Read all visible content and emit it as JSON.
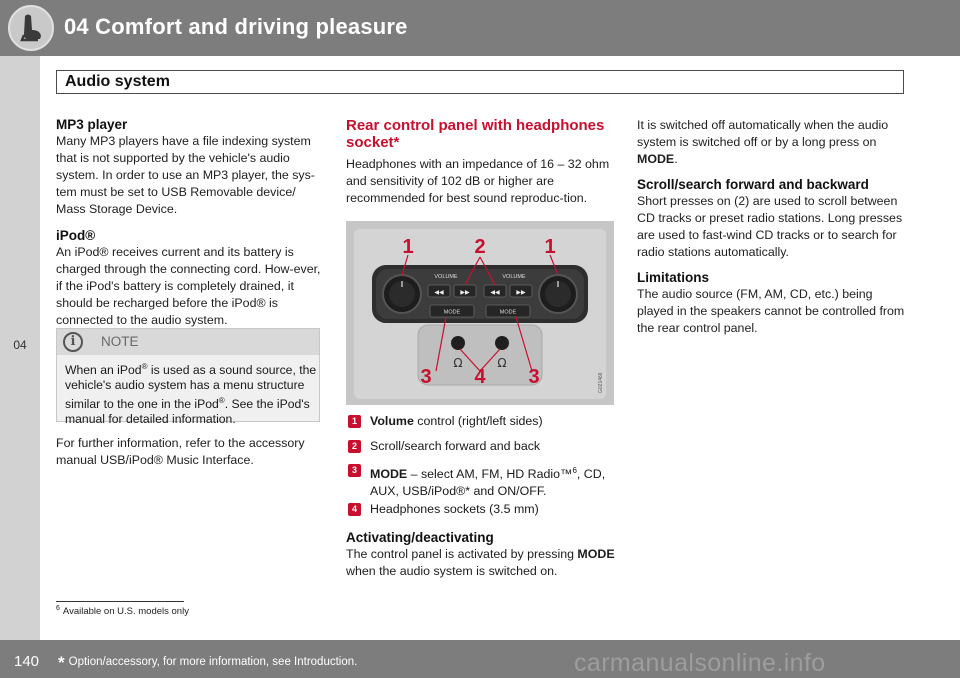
{
  "header": {
    "chapter_title": "04 Comfort and driving pleasure",
    "section_title": "Audio system",
    "icon": "seat-icon"
  },
  "side_tab": {
    "chapter_number": "04"
  },
  "left_column": {
    "mp3": {
      "heading": "MP3 player",
      "body": "Many MP3 players have a file indexing system that is not supported by the vehicle's audio system. In order to use an MP3 player, the sys-tem must be set to USB Removable device/ Mass Storage Device."
    },
    "ipod": {
      "heading": "iPod®",
      "body": "An iPod® receives current and its battery is charged through the connecting cord. How-ever, if the iPod's battery is completely drained, it should be recharged before the iPod® is connected to the audio system."
    },
    "note": {
      "label": "NOTE",
      "icon": "info-icon",
      "body_1": "When an iPod",
      "sup_1": "®",
      "body_2": " is used as a sound source, the vehicle's audio system has a menu structure similar to the one in the iPod",
      "sup_2": "®",
      "body_3": ". See the iPod's manual for detailed information."
    },
    "further_info": "For further information, refer to the accessory manual USB/iPod® Music Interface."
  },
  "middle_column": {
    "heading": "Rear control panel with headphones socket*",
    "intro": "Headphones with an impedance of 16 – 32 ohm and sensitivity of 102 dB or higher are recommended for best sound reproduc-tion.",
    "illustration": {
      "volume_left": "VOLUME",
      "volume_right": "VOLUME",
      "mode_left": "MODE",
      "mode_right": "MODE",
      "callout_top": [
        "1",
        "2",
        "1"
      ],
      "callout_bottom": [
        "3",
        "4",
        "3"
      ],
      "image_code": "G021466"
    },
    "callouts": [
      {
        "num": "1",
        "bold": "Volume",
        "text": " control (right/left sides)"
      },
      {
        "num": "2",
        "bold": "",
        "text": "Scroll/search forward and back"
      },
      {
        "num": "3",
        "bold": "MODE",
        "text": " – select AM, FM, HD Radio™",
        "sup": "6",
        "text_after": ", CD, AUX, USB/iPod®* and ON/OFF."
      },
      {
        "num": "4",
        "bold": "",
        "text": "Headphones sockets (3.5 mm)"
      }
    ],
    "activating": {
      "heading": "Activating/deactivating",
      "body_1": "The control panel is activated by pressing ",
      "bold": "MODE",
      "body_2": " when the audio system is switched on."
    }
  },
  "right_column": {
    "continued_1": "It is switched off automatically when the audio system is switched off or by a long press on ",
    "continued_bold": "MODE",
    "continued_2": ".",
    "scroll": {
      "heading": "Scroll/search forward and backward",
      "body": "Short presses on (2) are used to scroll between CD tracks or preset radio stations. Long presses are used to fast-wind CD tracks or to search for radio stations automatically."
    },
    "limitations": {
      "heading": "Limitations",
      "body": "The audio source (FM, AM, CD, etc.) being played in the speakers cannot be controlled from the rear control panel."
    }
  },
  "footnote": {
    "num": "6",
    "text": "Available on U.S. models only"
  },
  "footer": {
    "page_number": "140",
    "star": "*",
    "note": "Option/accessory, for more information, see Introduction.",
    "watermark": "carmanualsonline.info"
  },
  "colors": {
    "accent_red": "#c8102e",
    "bar_gray": "#7d7d7d",
    "tab_gray": "#d2d2d2"
  }
}
